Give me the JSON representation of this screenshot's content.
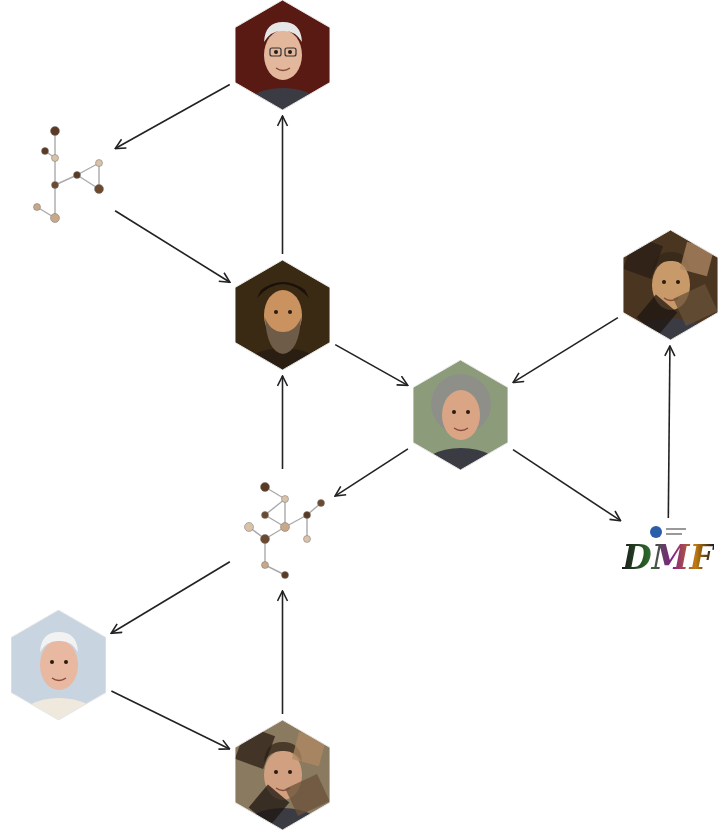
{
  "diagram": {
    "nodes": [
      {
        "text": []
      },
      {
        "text": []
      },
      {
        "text": []
      },
      {
        "text": []
      },
      {
        "text": []
      },
      {
        "text": []
      },
      {
        "text": [
          "DMF"
        ]
      },
      {
        "text": []
      },
      {
        "text": []
      }
    ],
    "edges": [
      {
        "from": 0,
        "to": 1,
        "arrow": "to"
      },
      {
        "from": 1,
        "to": 3,
        "arrow": "to"
      },
      {
        "from": 3,
        "to": 0,
        "arrow": "to"
      },
      {
        "from": 3,
        "to": 4,
        "arrow": "to"
      },
      {
        "from": 5,
        "to": 3,
        "arrow": "to"
      },
      {
        "from": 4,
        "to": 5,
        "arrow": "to"
      },
      {
        "from": 4,
        "to": 6,
        "arrow": "to"
      },
      {
        "from": 6,
        "to": 2,
        "arrow": "to"
      },
      {
        "from": 2,
        "to": 4,
        "arrow": "to"
      },
      {
        "from": 5,
        "to": 7,
        "arrow": "to"
      },
      {
        "from": 7,
        "to": 8,
        "arrow": "to"
      },
      {
        "from": 8,
        "to": 5,
        "arrow": "to"
      }
    ]
  }
}
